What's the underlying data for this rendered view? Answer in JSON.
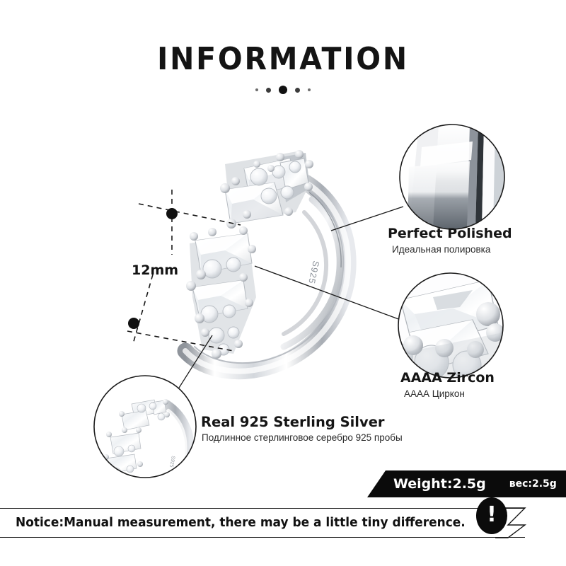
{
  "header": {
    "title": "INFORMATION",
    "dot_count": 5
  },
  "measurement": {
    "label": "12mm"
  },
  "product": {
    "band_stamp": "S925"
  },
  "callouts": [
    {
      "id": "perfect-polished",
      "en": "Perfect  Polished",
      "ru": "Идеальная полировка"
    },
    {
      "id": "aaaa-zircon",
      "en": "AAAA Zircon",
      "ru": "АААА Циркон"
    },
    {
      "id": "real-925-sterling-silver",
      "en": "Real 925  Sterling  Silver",
      "ru": "Подлинное стерлинговое серебро 925 пробы"
    }
  ],
  "weight": {
    "en": "Weight:2.5g",
    "ru": "вес:2.5g"
  },
  "notice": {
    "text": "Notice:Manual measurement, there may be a little tiny difference.",
    "badge_glyph": "!"
  },
  "colors": {
    "ink": "#111111",
    "banner_bg": "#0b0b0b",
    "banner_text": "#ffffff",
    "metal_light": "#fbfbfc",
    "metal_mid": "#c9ccd1",
    "metal_dark": "#8d9298"
  }
}
